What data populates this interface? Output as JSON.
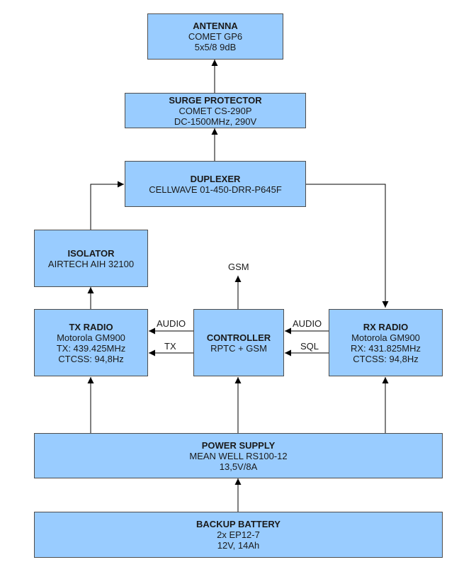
{
  "blocks": {
    "antenna": {
      "title": "ANTENNA",
      "line1": "COMET GP6",
      "line2": "5x5/8 9dB"
    },
    "surge": {
      "title": "SURGE PROTECTOR",
      "line1": "COMET CS-290P",
      "line2": "DC-1500MHz, 290V"
    },
    "duplexer": {
      "title": "DUPLEXER",
      "line1": "CELLWAVE 01-450-DRR-P645F"
    },
    "isolator": {
      "title": "ISOLATOR",
      "line1": "AIRTECH AIH 32100"
    },
    "tx_radio": {
      "title": "TX RADIO",
      "line1": "Motorola GM900",
      "line2": "TX: 439.425MHz",
      "line3": "CTCSS: 94,8Hz"
    },
    "controller": {
      "title": "CONTROLLER",
      "line1": "RPTC + GSM"
    },
    "rx_radio": {
      "title": "RX RADIO",
      "line1": "Motorola GM900",
      "line2": "RX: 431.825MHz",
      "line3": "CTCSS: 94,8Hz"
    },
    "power": {
      "title": "POWER SUPPLY",
      "line1": "MEAN WELL RS100-12",
      "line2": "13,5V/8A"
    },
    "battery": {
      "title": "BACKUP BATTERY",
      "line1": "2x EP12-7",
      "line2": "12V, 14Ah"
    }
  },
  "labels": {
    "gsm": "GSM",
    "audio_tx": "AUDIO",
    "tx": "TX",
    "audio_rx": "AUDIO",
    "sql": "SQL"
  },
  "colors": {
    "block_fill": "#99ccff",
    "block_border": "#4d4d4d",
    "line": "#000000"
  }
}
